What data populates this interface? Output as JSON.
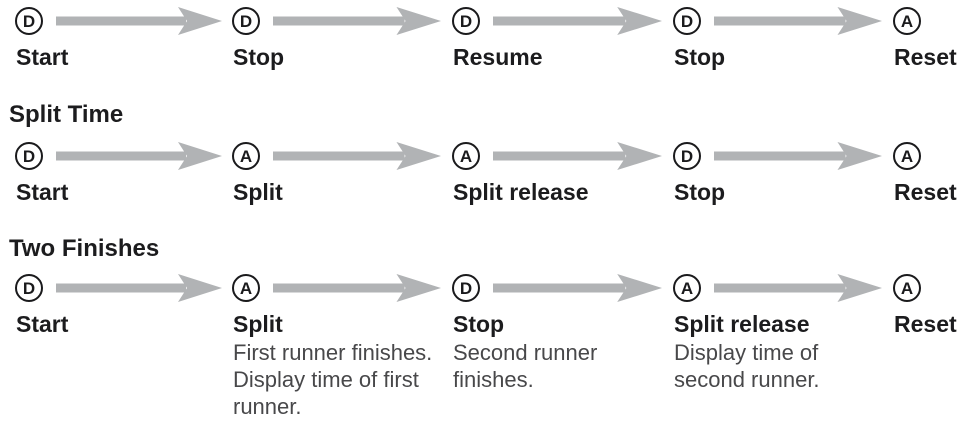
{
  "colors": {
    "arrow_gray": "#b1b3b5",
    "label_text": "#1c1c1e",
    "description_text": "#48484a",
    "background": "#ffffff"
  },
  "sections": [
    {
      "title": "",
      "steps": [
        {
          "button": "D",
          "label": "Start"
        },
        {
          "button": "D",
          "label": "Stop"
        },
        {
          "button": "D",
          "label": "Resume"
        },
        {
          "button": "D",
          "label": "Stop"
        },
        {
          "button": "A",
          "label": "Reset"
        }
      ]
    },
    {
      "title": "Split Time",
      "steps": [
        {
          "button": "D",
          "label": "Start"
        },
        {
          "button": "A",
          "label": "Split"
        },
        {
          "button": "A",
          "label": "Split release"
        },
        {
          "button": "D",
          "label": "Stop"
        },
        {
          "button": "A",
          "label": "Reset"
        }
      ]
    },
    {
      "title": "Two Finishes",
      "steps": [
        {
          "button": "D",
          "label": "Start",
          "desc": [
            "",
            "",
            ""
          ]
        },
        {
          "button": "A",
          "label": "Split",
          "desc": [
            "First runner finishes.",
            "Display time of first",
            "runner."
          ]
        },
        {
          "button": "D",
          "label": "Stop",
          "desc": [
            "Second runner",
            "finishes.",
            ""
          ]
        },
        {
          "button": "A",
          "label": "Split release",
          "desc": [
            "Display time of",
            "second runner.",
            ""
          ]
        },
        {
          "button": "A",
          "label": "Reset",
          "desc": [
            "",
            "",
            ""
          ]
        }
      ]
    }
  ]
}
